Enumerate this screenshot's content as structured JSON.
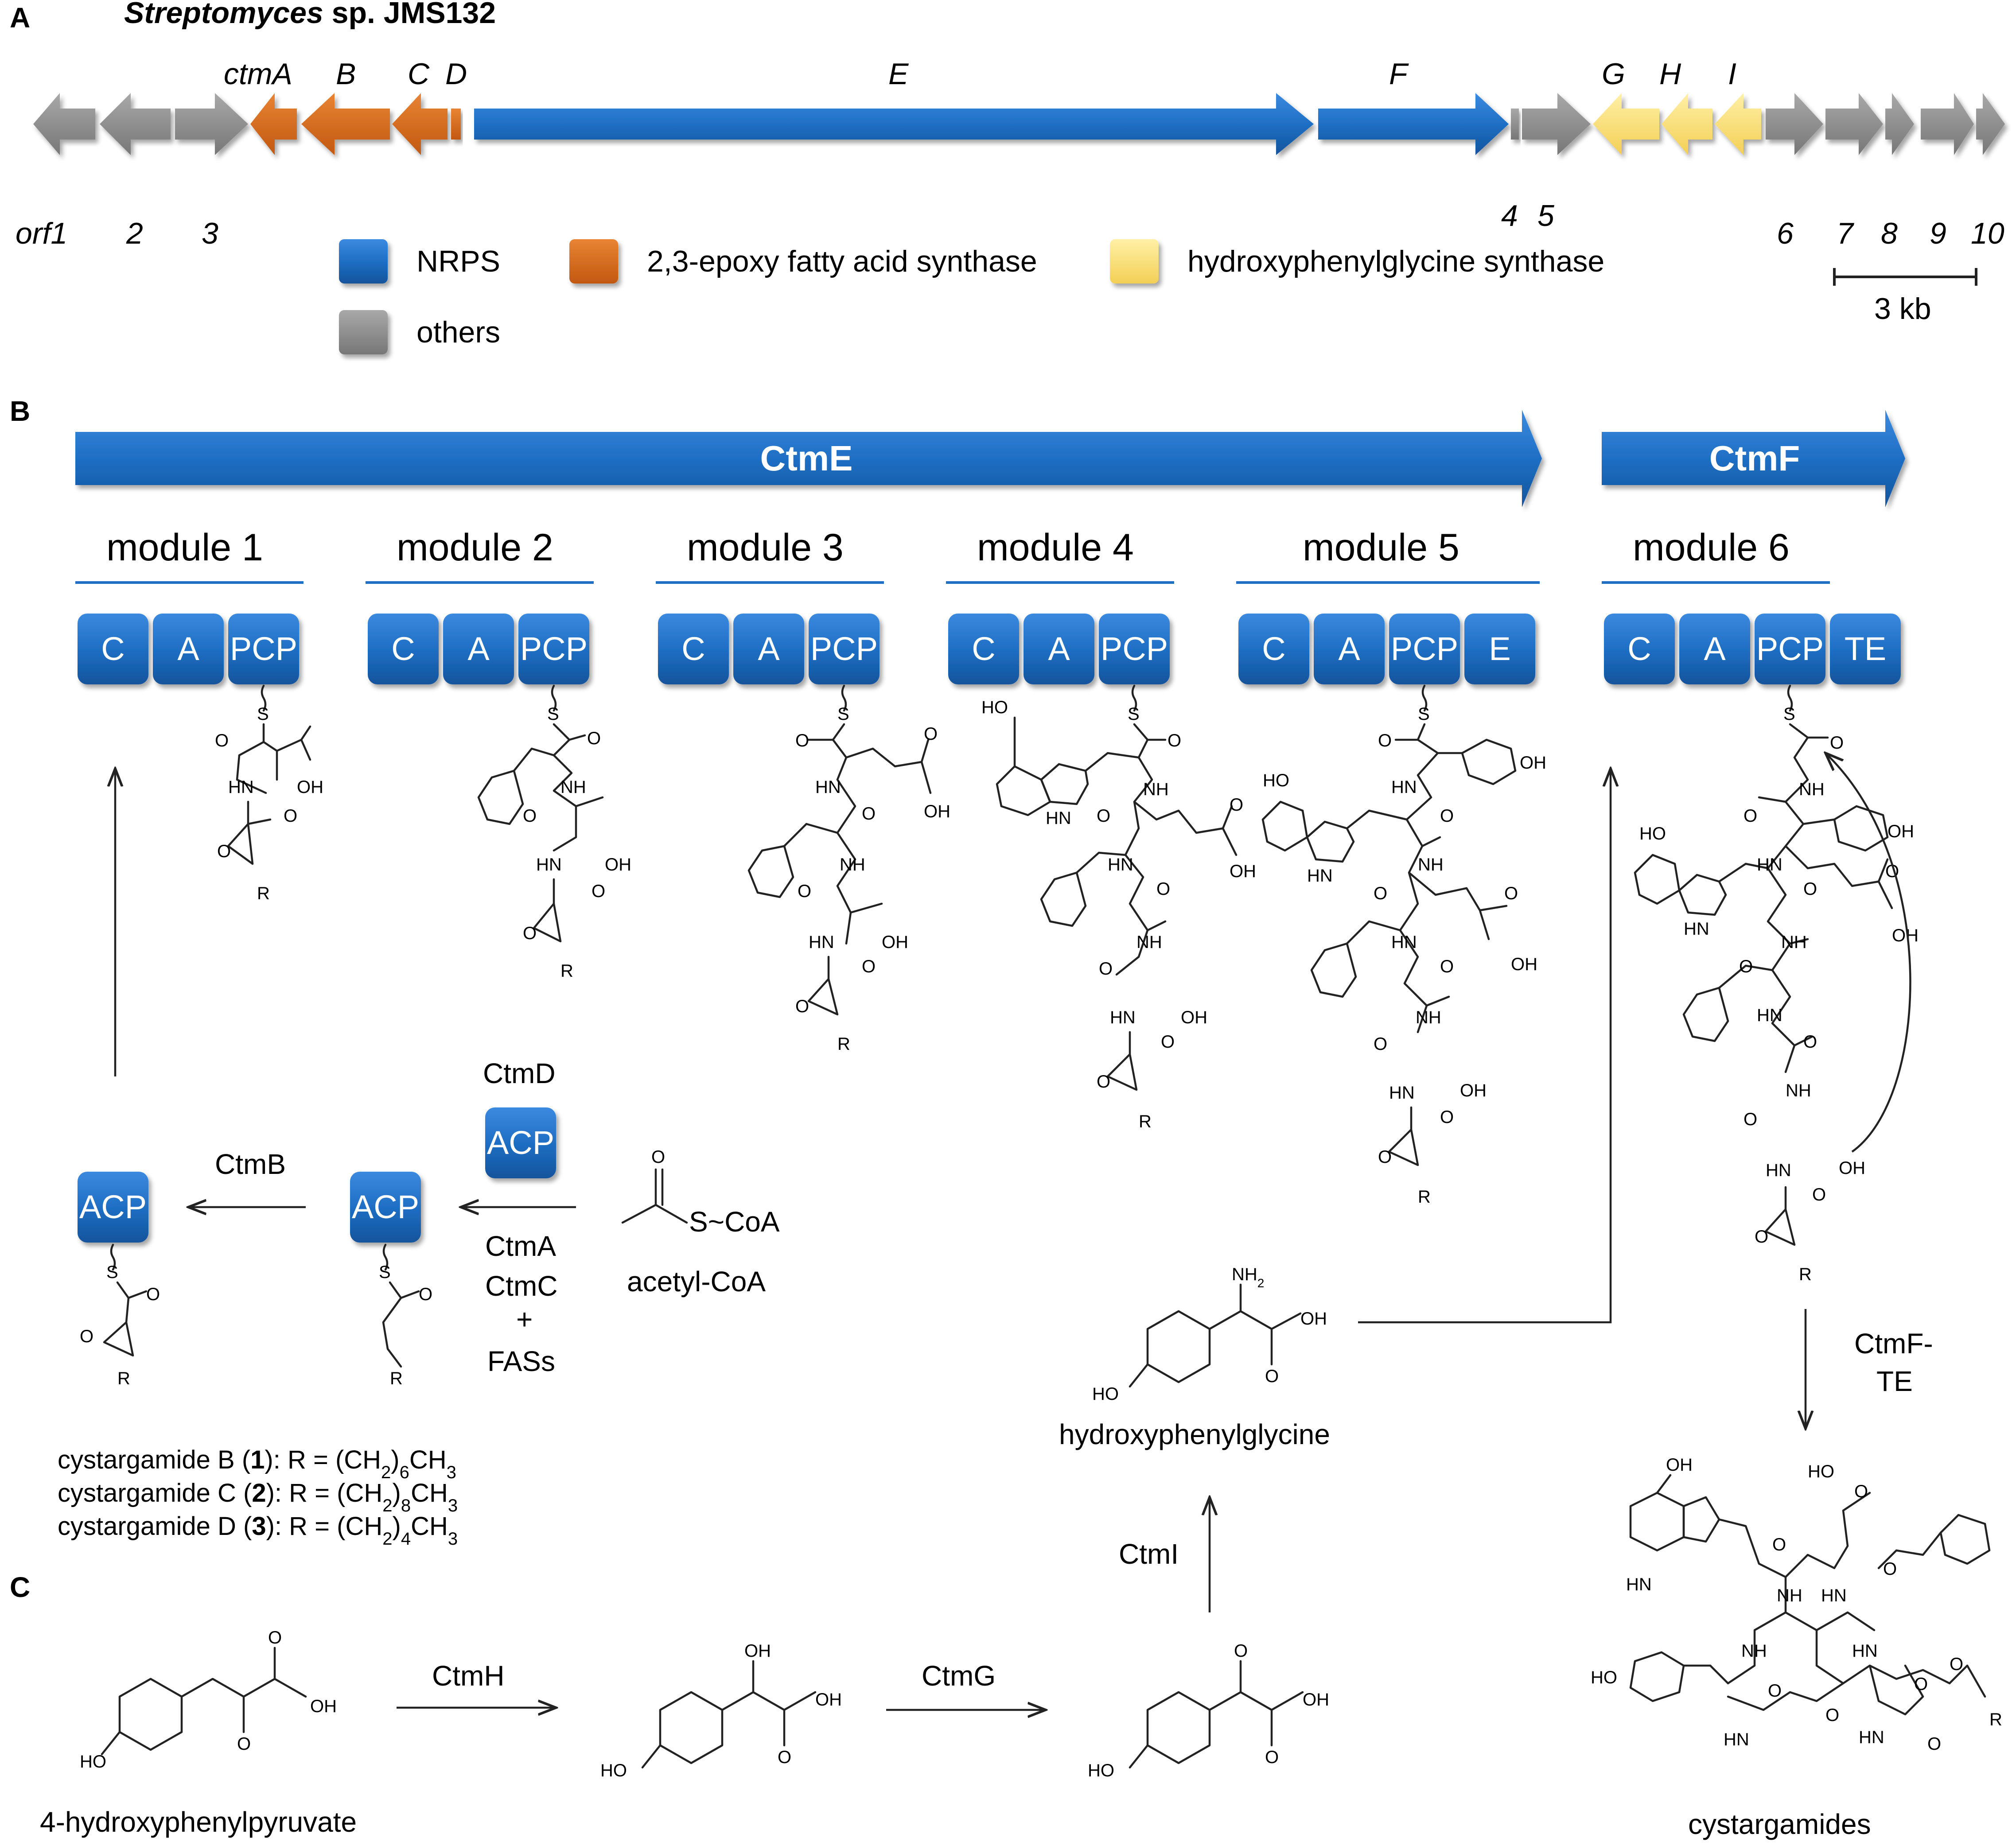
{
  "panels": {
    "a": "A",
    "b": "B",
    "c": "C"
  },
  "strain": {
    "italic": "Streptomyces",
    "rest": " sp. JMS132"
  },
  "gene_labels": {
    "ctmA": "ctmA",
    "B": "B",
    "C": "C",
    "D": "D",
    "E": "E",
    "F": "F",
    "G": "G",
    "H": "H",
    "I": "I"
  },
  "orf_labels": {
    "orf1": "orf1",
    "n2": "2",
    "n3": "3",
    "n4": "4",
    "n5": "5",
    "n6": "6",
    "n7": "7",
    "n8": "8",
    "n9": "9",
    "n10": "10"
  },
  "legend": {
    "nrps": "NRPS",
    "epoxy": "2,3-epoxy fatty acid synthase",
    "hpg": "hydroxyphenylglycine synthase",
    "others": "others"
  },
  "scale_bar": "3 kb",
  "colors": {
    "nrps": "#1f6fc5",
    "epoxy": "#d9691c",
    "hpg": "#fbe27a",
    "others": "#8c8c8c"
  },
  "nrps_bars": {
    "ctmE": "CtmE",
    "ctmF": "CtmF"
  },
  "modules": [
    {
      "label": "module 1",
      "domains": [
        "C",
        "A",
        "PCP"
      ]
    },
    {
      "label": "module 2",
      "domains": [
        "C",
        "A",
        "PCP"
      ]
    },
    {
      "label": "module 3",
      "domains": [
        "C",
        "A",
        "PCP"
      ]
    },
    {
      "label": "module 4",
      "domains": [
        "C",
        "A",
        "PCP"
      ]
    },
    {
      "label": "module 5",
      "domains": [
        "C",
        "A",
        "PCP",
        "E"
      ]
    },
    {
      "label": "module 6",
      "domains": [
        "C",
        "A",
        "PCP",
        "TE"
      ]
    }
  ],
  "enzymes": {
    "ctmD": "CtmD",
    "ctmB": "CtmB",
    "ctmA": "CtmA",
    "ctmC": "CtmC",
    "plus": "+",
    "fass": "FASs",
    "ctmFte1": "CtmF-",
    "ctmFte2": "TE",
    "ctmH": "CtmH",
    "ctmG": "CtmG",
    "ctmI": "CtmI"
  },
  "acp": "ACP",
  "compounds": {
    "acetylcoa": "acetyl-CoA",
    "hpg": "hydroxyphenylglycine",
    "hpp": "4-hydroxyphenylpyruvate",
    "cystargamides": "cystargamides"
  },
  "cystargamide_list": [
    {
      "name": "cystargamide B (",
      "num": "1",
      "mid": "): R = (CH",
      "sub1": "2",
      "close": ")",
      "sub2": "6",
      "tail": "CH",
      "sub3": "3"
    },
    {
      "name": "cystargamide C (",
      "num": "2",
      "mid": "): R = (CH",
      "sub1": "2",
      "close": ")",
      "sub2": "8",
      "tail": "CH",
      "sub3": "3"
    },
    {
      "name": "cystargamide D (",
      "num": "3",
      "mid": "): R = (CH",
      "sub1": "2",
      "close": ")",
      "sub2": "4",
      "tail": "CH",
      "sub3": "3"
    }
  ],
  "atoms": {
    "O": "O",
    "OH": "OH",
    "HO": "HO",
    "HN": "HN",
    "NH": "NH",
    "S": "S",
    "R": "R",
    "NH2": "NH",
    "sub2": "2",
    "SCoA": "S~CoA"
  }
}
